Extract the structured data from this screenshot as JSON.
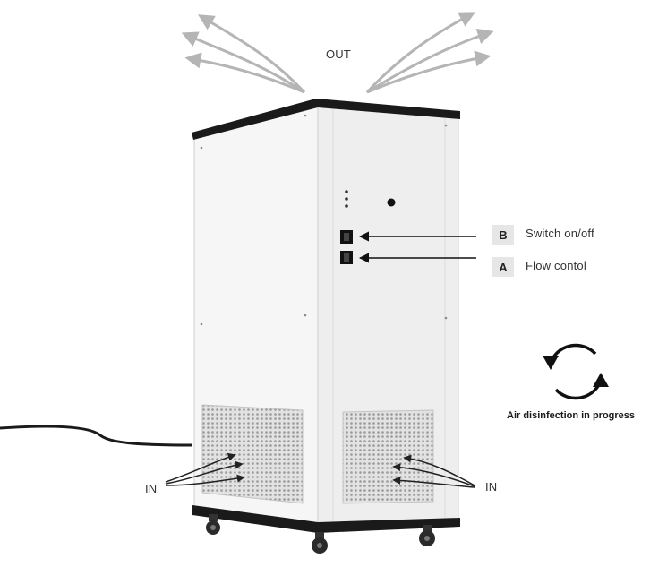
{
  "labels": {
    "out": "OUT",
    "in_left": "IN",
    "in_right": "IN"
  },
  "controls": [
    {
      "badge": "B",
      "label": "Switch on/off"
    },
    {
      "badge": "A",
      "label": "Flow contol"
    }
  ],
  "status": {
    "text": "Air disinfection in progress",
    "icon": "refresh-cycle-icon"
  },
  "colors": {
    "cabinet_white": "#f4f4f4",
    "frame_black": "#1a1a1a",
    "arrow_grey": "#b5b5b5",
    "badge_bg": "#e6e6e6"
  }
}
